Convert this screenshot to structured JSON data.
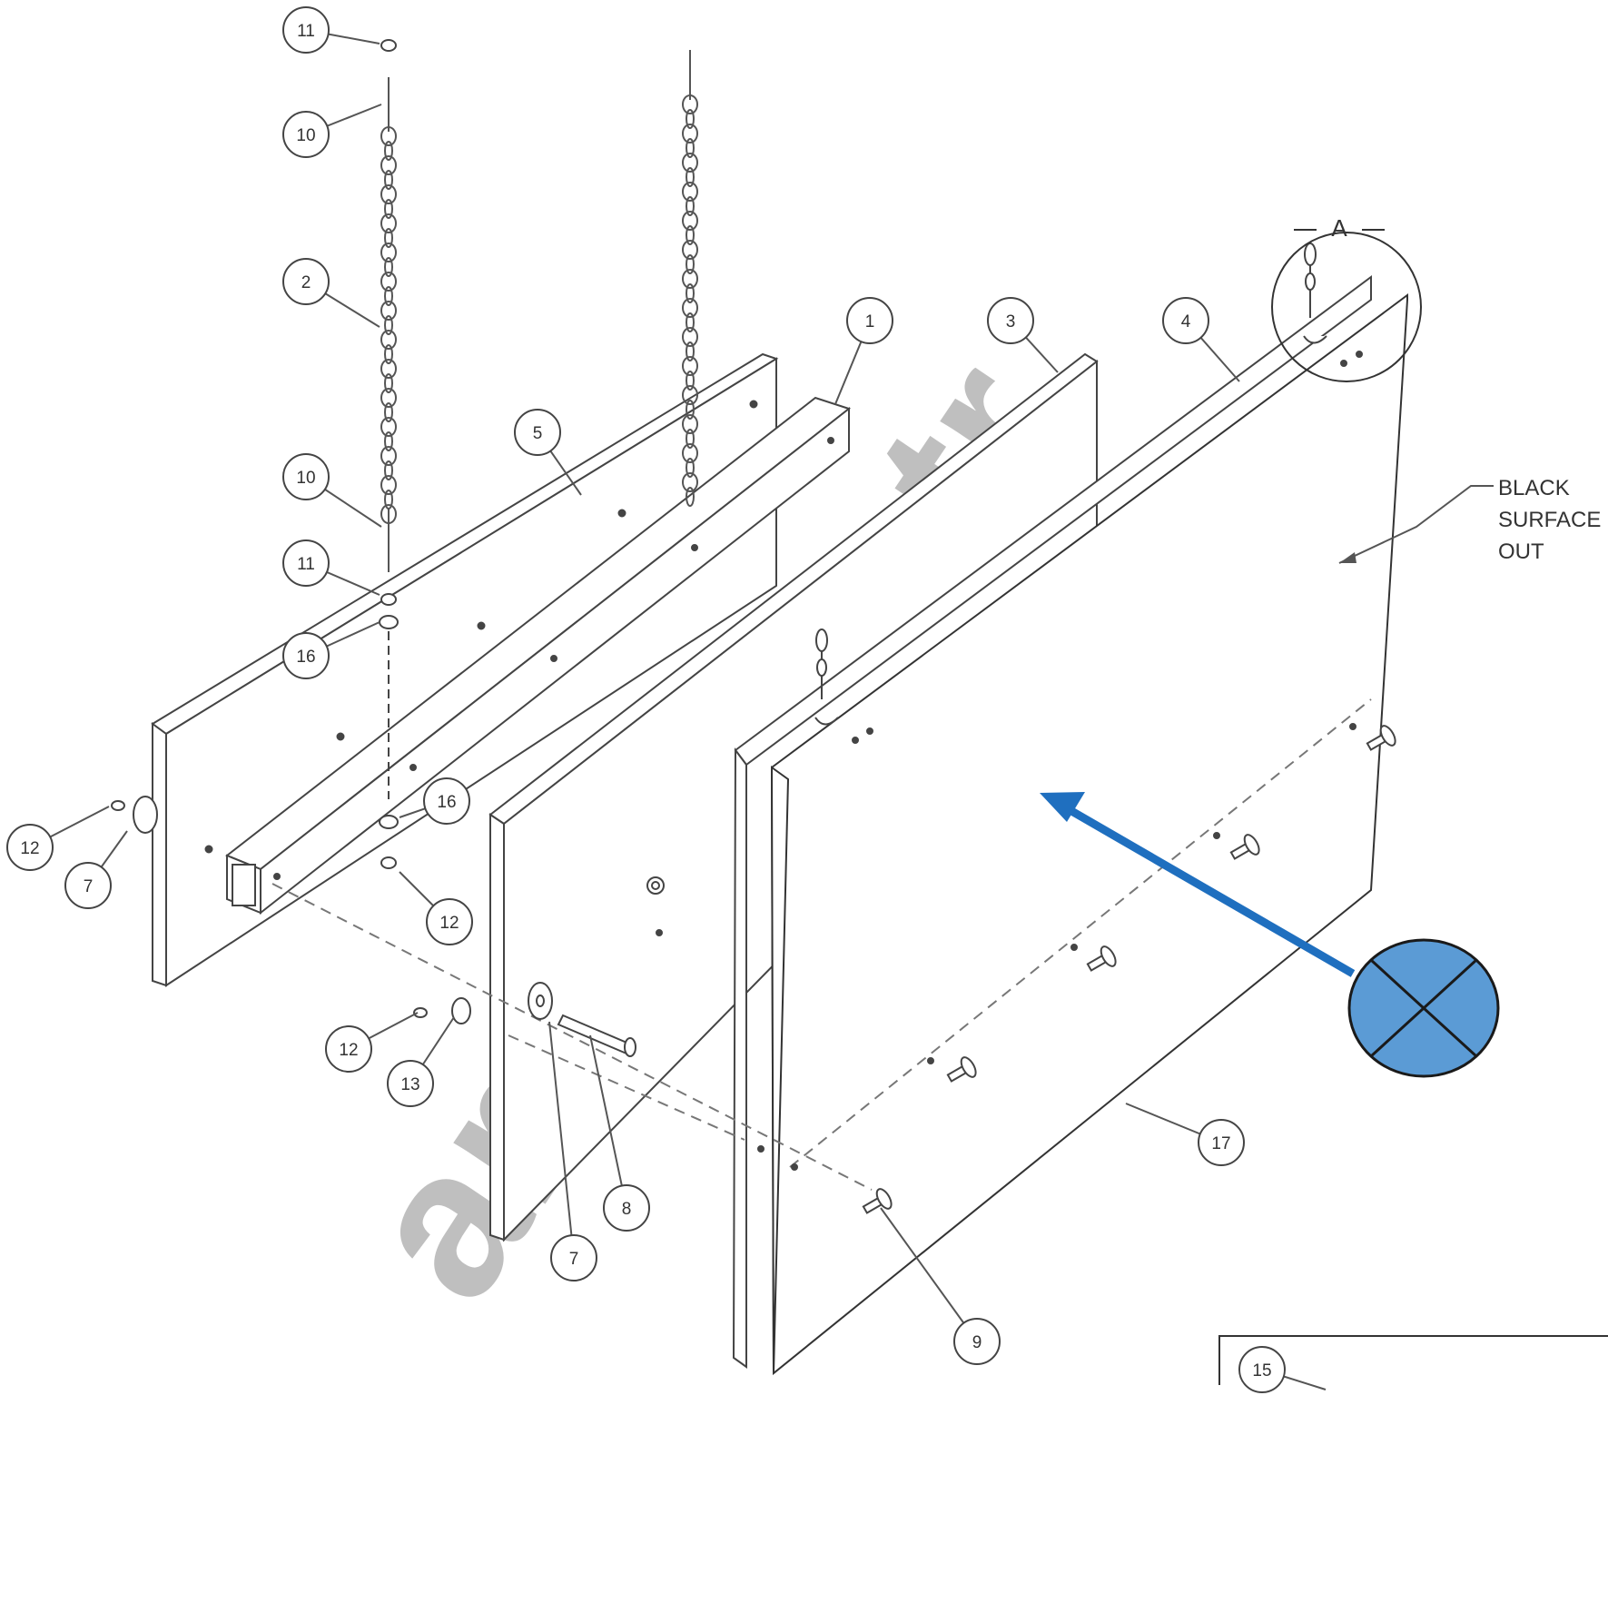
{
  "drawing": {
    "callouts": [
      "11",
      "10",
      "2",
      "10",
      "11",
      "16",
      "12",
      "7",
      "5",
      "1",
      "16",
      "12",
      "12",
      "13",
      "7",
      "8",
      "3",
      "4",
      "17",
      "9",
      "15"
    ],
    "note": {
      "line1": "BLACK",
      "line2": "SURFACE",
      "line3": "OUT"
    },
    "detail_label": "A",
    "watermark": "amf.com.tr"
  },
  "annotation": {
    "arrow_color": "#1f6fbf",
    "marker_fill": "#5b9bd5",
    "marker_stroke": "#1a1a1a"
  }
}
